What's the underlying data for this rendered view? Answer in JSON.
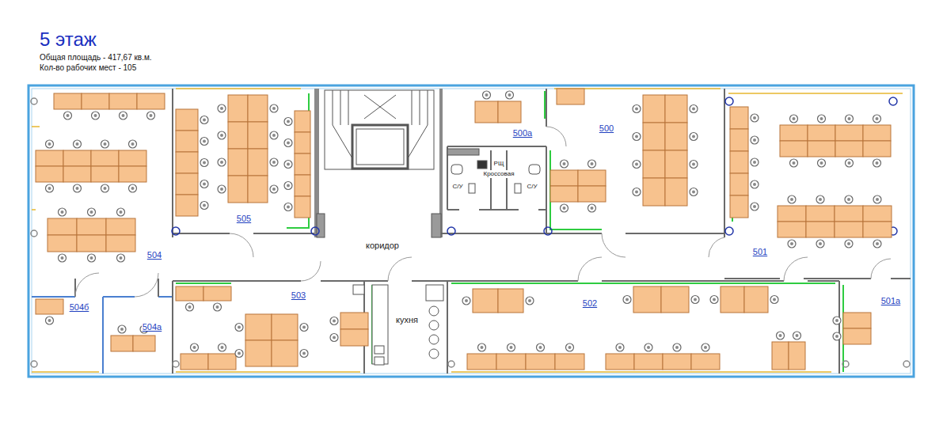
{
  "diagram": {
    "title": "5 этаж",
    "labels": [
      "Общая площадь - 417,67 кв.м.",
      "Кол-во рабочих мест - 105",
      "505",
      "504",
      "504б",
      "504а",
      "503",
      "кухня",
      "коридор",
      "502",
      "501",
      "501а",
      "500а",
      "500",
      "С/У",
      "Кроссовая",
      "С/У",
      "РЩ"
    ]
  }
}
